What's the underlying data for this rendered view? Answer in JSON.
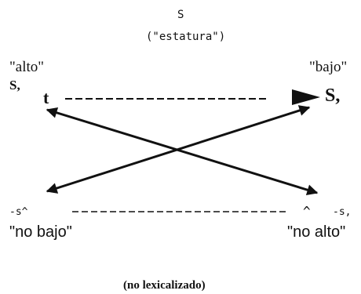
{
  "header": {
    "symbol": "S",
    "gloss": "(\"estatura\")"
  },
  "top_left": {
    "quote": "\"alto\"",
    "symbol": "S,",
    "marker": "t"
  },
  "top_right": {
    "quote": "\"bajo\"",
    "symbol": "S,"
  },
  "bottom_left": {
    "symbol": "-s^",
    "quote": "\"no bajo\""
  },
  "bottom_right": {
    "marker": "^",
    "symbol": "-s,",
    "quote": "\"no alto\""
  },
  "footer": {
    "note": "(no lexicalizado)"
  },
  "colors": {
    "ink": "#111111",
    "background": "#ffffff"
  }
}
